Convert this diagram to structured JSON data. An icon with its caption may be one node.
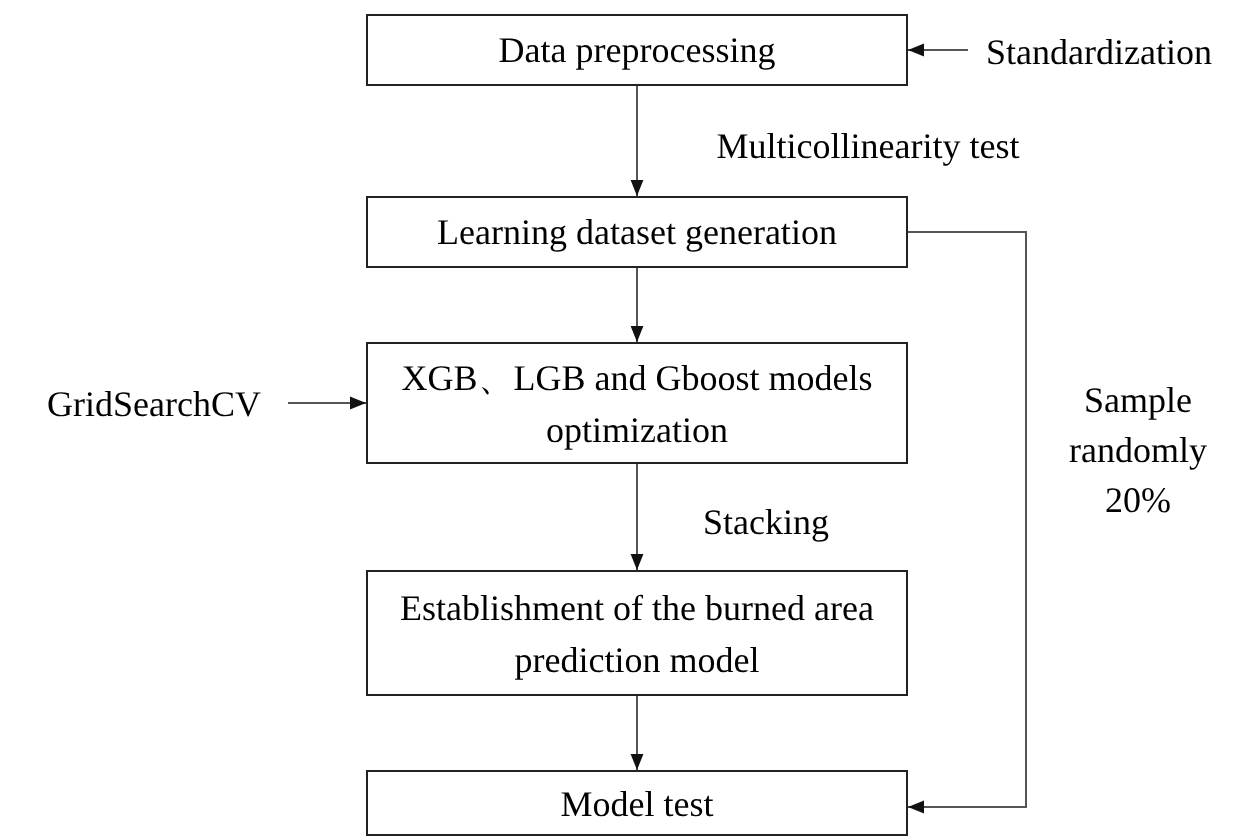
{
  "diagram": {
    "nodes": [
      {
        "text": [
          "Data preprocessing"
        ]
      },
      {
        "text": [
          "Learning dataset generation"
        ]
      },
      {
        "text": [
          "XGB、LGB and Gboost models optimization"
        ]
      },
      {
        "text": [
          "Establishment of the burned area prediction model"
        ]
      },
      {
        "text": [
          "Model test"
        ]
      },
      {
        "text": [
          "Standardization"
        ]
      },
      {
        "text": [
          "GridSearchCV"
        ]
      }
    ],
    "edges": [
      {
        "from": 5,
        "to": 0,
        "arrow": "to"
      },
      {
        "from": 0,
        "to": 1,
        "arrow": "to",
        "label": "Multicollinearity test"
      },
      {
        "from": 1,
        "to": 2,
        "arrow": "to"
      },
      {
        "from": 6,
        "to": 2,
        "arrow": "to"
      },
      {
        "from": 2,
        "to": 3,
        "arrow": "to",
        "label": "Stacking"
      },
      {
        "from": 3,
        "to": 4,
        "arrow": "to"
      },
      {
        "from": 1,
        "to": 4,
        "arrow": "to",
        "label": "Sample randomly 20%"
      }
    ]
  }
}
